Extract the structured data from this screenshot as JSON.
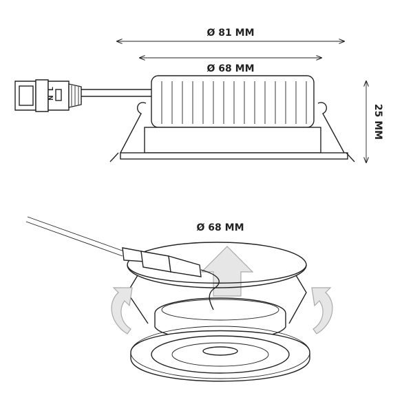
{
  "dimensions": {
    "outer_diameter": "Ø 81 MM",
    "inner_diameter": "Ø 68 MM",
    "height": "25 MM",
    "cutout_diameter": "Ø 68 MM"
  },
  "connector": {
    "neutral": "N",
    "live": "L"
  },
  "colors": {
    "line": "#222222",
    "arrow_fill": "#e6e6e6",
    "arrow_stroke": "#aaaaaa"
  }
}
